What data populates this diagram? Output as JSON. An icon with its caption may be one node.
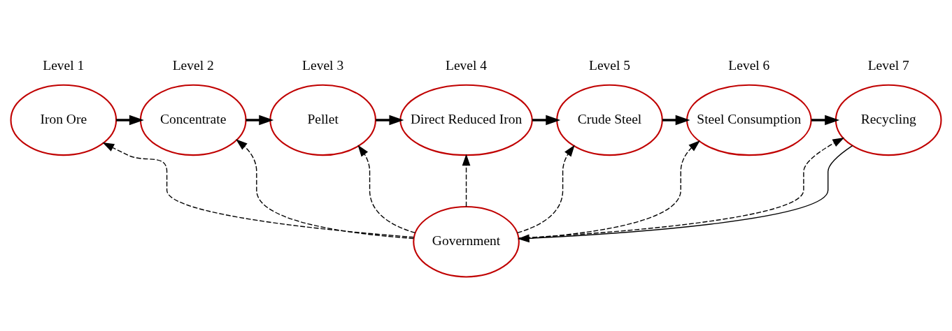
{
  "diagram": {
    "nodes": [
      {
        "text": [
          "Iron Ore"
        ],
        "beside": [
          "Level 1"
        ]
      },
      {
        "text": [
          "Concentrate"
        ],
        "beside": [
          "Level 2"
        ]
      },
      {
        "text": [
          "Pellet"
        ],
        "beside": [
          "Level 3"
        ]
      },
      {
        "text": [
          "Direct Reduced Iron"
        ],
        "beside": [
          "Level 4"
        ]
      },
      {
        "text": [
          "Crude Steel"
        ],
        "beside": [
          "Level 5"
        ]
      },
      {
        "text": [
          "Steel Consumption"
        ],
        "beside": [
          "Level 6"
        ]
      },
      {
        "text": [
          "Recycling"
        ],
        "beside": [
          "Level 7"
        ]
      },
      {
        "text": [
          "Government"
        ]
      }
    ],
    "edges": [
      {
        "from": 0,
        "to": 1,
        "arrow": "to",
        "style": "thick"
      },
      {
        "from": 1,
        "to": 2,
        "arrow": "to",
        "style": "thick"
      },
      {
        "from": 2,
        "to": 3,
        "arrow": "to",
        "style": "thick"
      },
      {
        "from": 3,
        "to": 4,
        "arrow": "to",
        "style": "thick"
      },
      {
        "from": 4,
        "to": 5,
        "arrow": "to",
        "style": "thick"
      },
      {
        "from": 5,
        "to": 6,
        "arrow": "to",
        "style": "thick"
      },
      {
        "from": 7,
        "to": 0,
        "arrow": "to",
        "style": "dashed"
      },
      {
        "from": 7,
        "to": 1,
        "arrow": "to",
        "style": "dashed"
      },
      {
        "from": 7,
        "to": 2,
        "arrow": "to",
        "style": "dashed"
      },
      {
        "from": 7,
        "to": 3,
        "arrow": "to",
        "style": "dashed"
      },
      {
        "from": 7,
        "to": 4,
        "arrow": "to",
        "style": "dashed"
      },
      {
        "from": 7,
        "to": 5,
        "arrow": "to",
        "style": "dashed"
      },
      {
        "from": 7,
        "to": 6,
        "arrow": "to",
        "style": "dashed"
      },
      {
        "from": 6,
        "to": 7,
        "arrow": "to"
      }
    ]
  }
}
